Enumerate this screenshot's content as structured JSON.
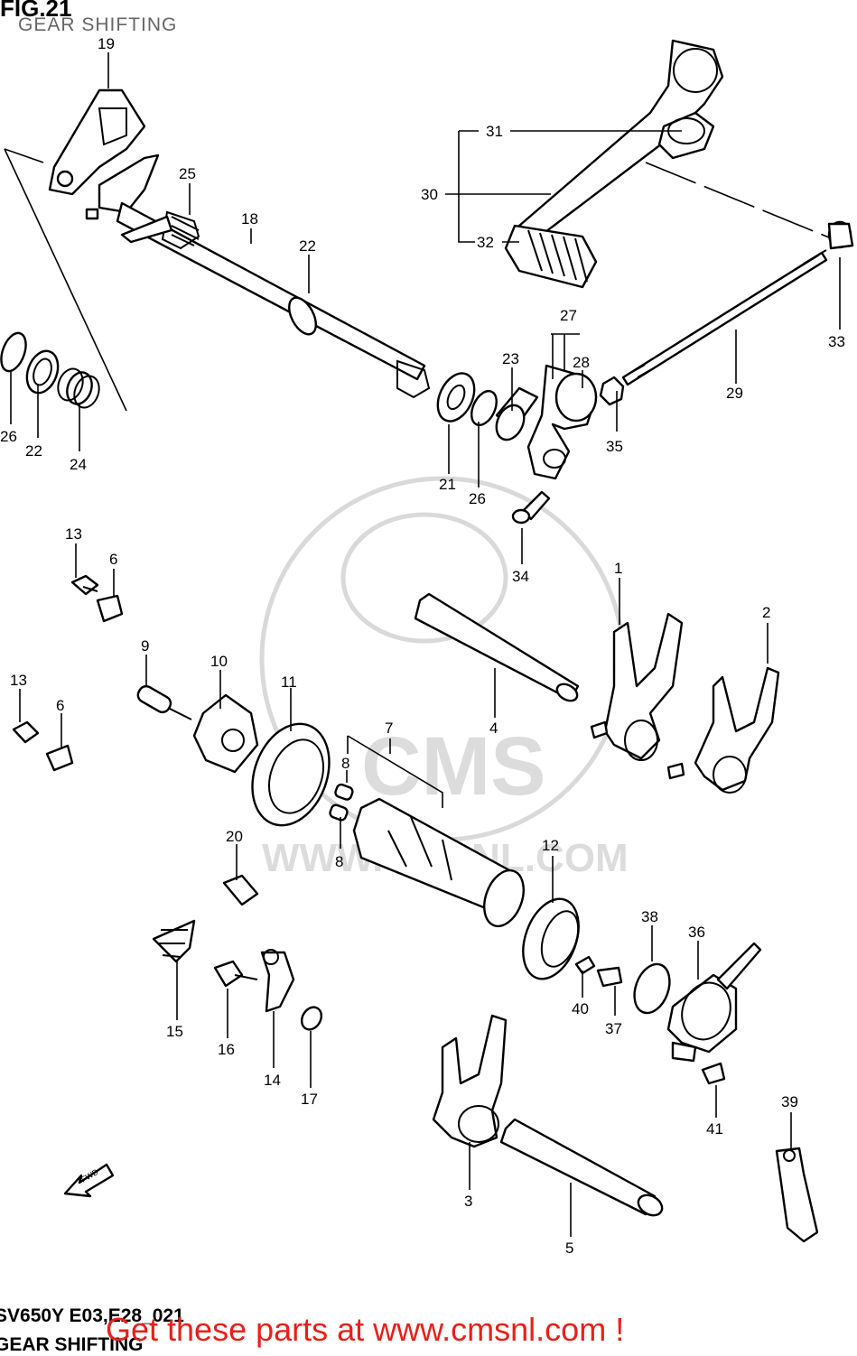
{
  "figure": {
    "title": "FIG.21",
    "subtitle": "GEAR SHIFTING",
    "model_code": "SV650Y E03,E28_021",
    "footer_caption": "GEAR SHIFTING",
    "promo": "Get these parts at www.cmsnl.com !",
    "watermark_brand": "CMS",
    "watermark_url": "WWW.CMSNL.COM"
  },
  "callouts": {
    "c1": "1",
    "c2": "2",
    "c3": "3",
    "c4": "4",
    "c5": "5",
    "c6a": "6",
    "c6b": "6",
    "c7": "7",
    "c8a": "8",
    "c8b": "8",
    "c9": "9",
    "c10": "10",
    "c11": "11",
    "c12": "12",
    "c13a": "13",
    "c13b": "13",
    "c14": "14",
    "c15": "15",
    "c16": "16",
    "c17": "17",
    "c18": "18",
    "c19": "19",
    "c20": "20",
    "c21": "21",
    "c22a": "22",
    "c22b": "22",
    "c23": "23",
    "c24": "24",
    "c25": "25",
    "c26a": "26",
    "c26b": "26",
    "c27": "27",
    "c28": "28",
    "c29": "29",
    "c30": "30",
    "c31": "31",
    "c32": "32",
    "c33": "33",
    "c34": "34",
    "c35": "35",
    "c36": "36",
    "c37": "37",
    "c38": "38",
    "c39": "39",
    "c40": "40",
    "c41": "41"
  },
  "icons": {
    "fwd_arrow": "fwd-arrow-icon",
    "fwd_text": "FWD"
  }
}
